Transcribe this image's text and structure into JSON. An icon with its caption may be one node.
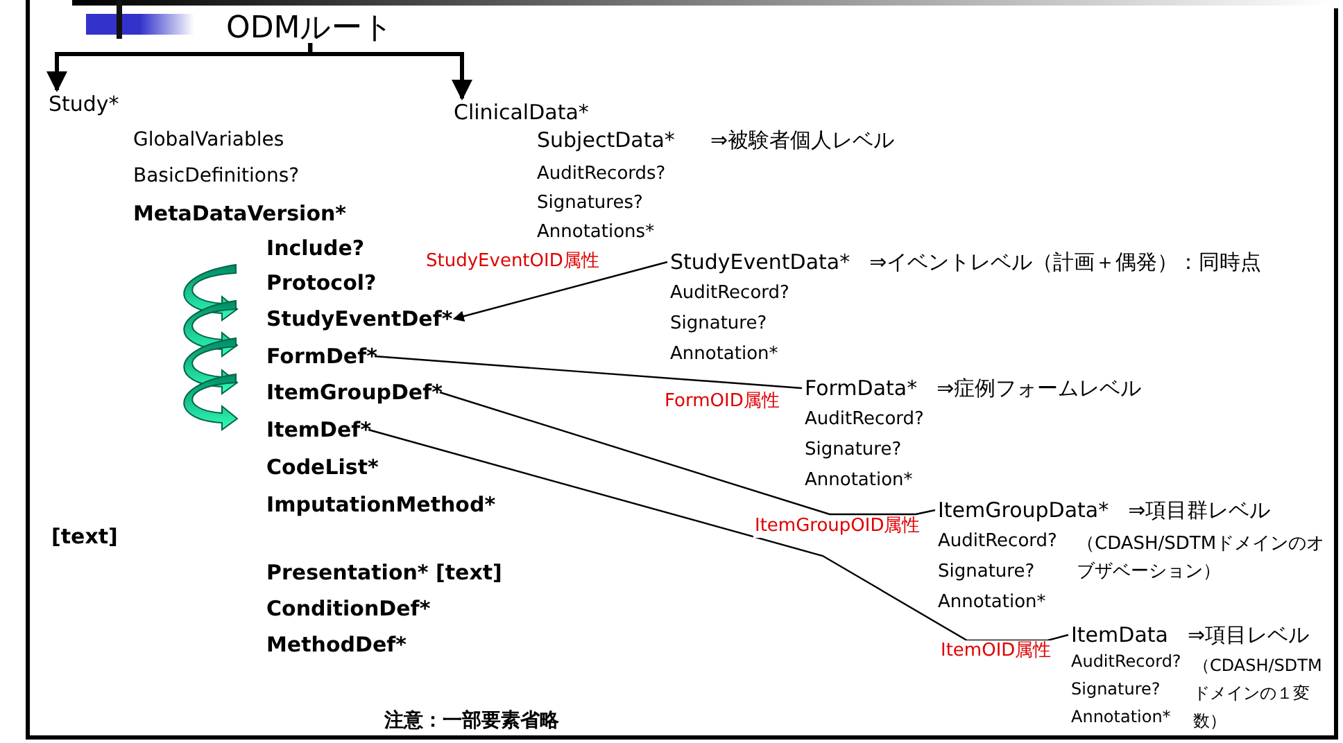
{
  "diagram": {
    "nodes": [
      {
        "text": [
          "ODMルート"
        ]
      },
      {
        "text": [
          "Study*"
        ]
      },
      {
        "text": [
          "ClinicalData*"
        ]
      },
      {
        "text": [
          "StudyEventDef*"
        ]
      },
      {
        "text": [
          "StudyEventData*"
        ],
        "beside": [
          "⇒イベントレベル（計画＋偶発）：同時点"
        ]
      },
      {
        "text": [
          "FormDef*"
        ]
      },
      {
        "text": [
          "FormData*"
        ],
        "beside": [
          "⇒症例フォームレベル"
        ]
      },
      {
        "text": [
          "ItemGroupDef*"
        ]
      },
      {
        "text": [
          "ItemGroupData*"
        ],
        "beside": [
          "⇒項目群レベル"
        ]
      },
      {
        "text": [
          "ItemDef*"
        ]
      },
      {
        "text": [
          "ItemData"
        ],
        "beside": [
          "⇒項目レベル"
        ]
      }
    ],
    "edges": [
      {
        "from": 0,
        "to": 1,
        "arrow": "to",
        "style": "thick"
      },
      {
        "from": 0,
        "to": 2,
        "arrow": "to",
        "style": "thick"
      },
      {
        "from": 4,
        "to": 3,
        "arrow": "to",
        "label": "StudyEventOID属性"
      },
      {
        "from": 5,
        "to": 6,
        "arrow": "none",
        "label": "FormOID属性"
      },
      {
        "from": 7,
        "to": 8,
        "arrow": "none",
        "label": "ItemGroupOID属性"
      },
      {
        "from": 9,
        "to": 10,
        "arrow": "none",
        "label": "ItemOID属性"
      }
    ],
    "labels": [
      "GlobalVariables",
      "BasicDefinitions?",
      "MetaDataVersion*",
      "SubjectData*",
      "⇒被験者個人レベル",
      "AuditRecords?",
      "Signatures?",
      "Annotations*",
      "Include?",
      "Protocol?",
      "AuditRecord?",
      "Signature?",
      "Annotation*",
      "AuditRecord?",
      "Signature?",
      "Annotation*",
      "CodeList*",
      "ImputationMethod*",
      "[text]",
      "AuditRecord?",
      "（CDASH/SDTMドメインのオブザベーション）",
      "Signature?",
      "Annotation*",
      "Presentation* [text]",
      "ConditionDef*",
      "AuditRecord?",
      "MethodDef*",
      "Signature?",
      "Annotation*",
      "（CDASH/SDTMドメインの１変数）",
      "注意：一部要素省略"
    ]
  }
}
